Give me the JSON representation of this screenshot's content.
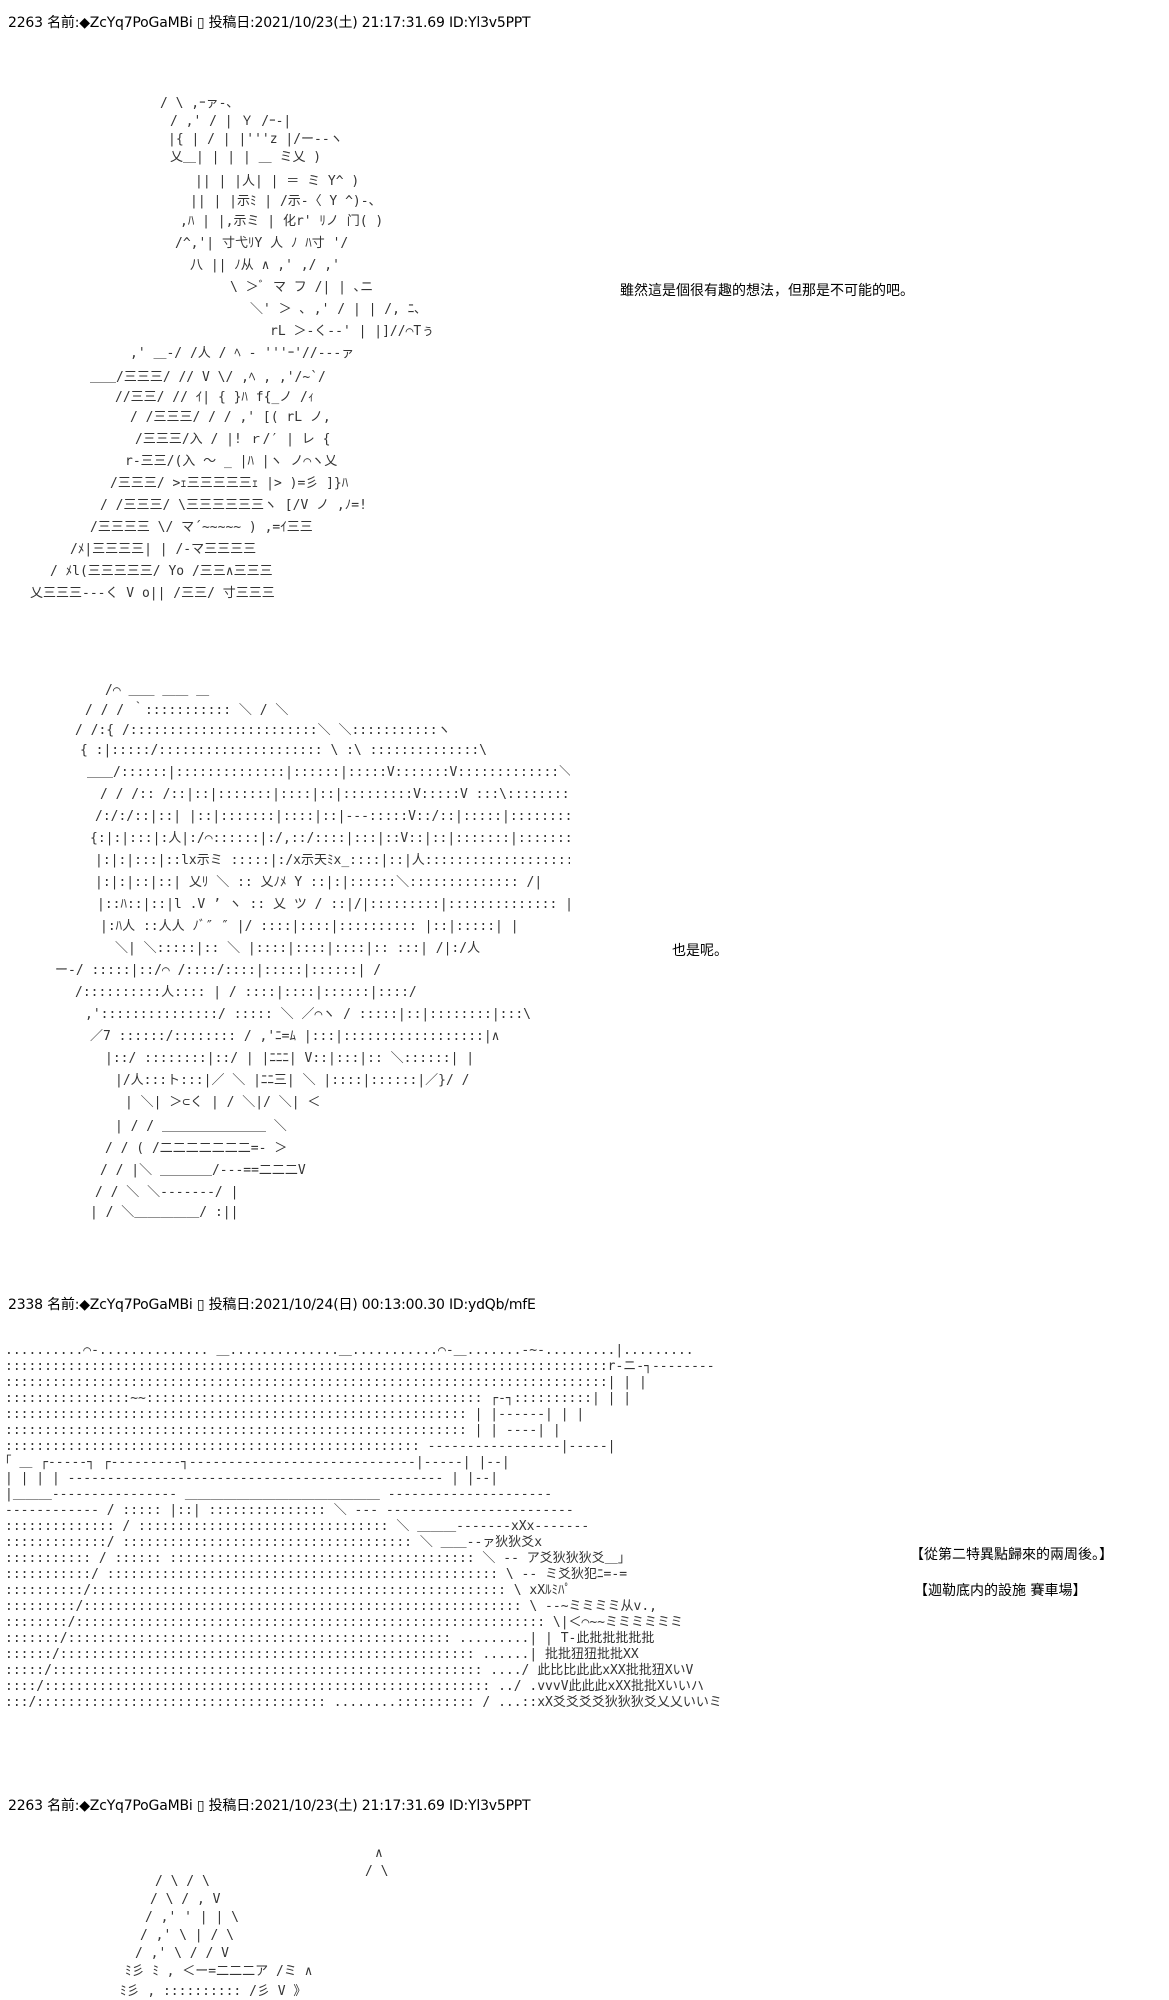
{
  "posts": [
    {
      "number": "2263",
      "name_label": "名前:",
      "name": "◆ZcYq7PoGaMBi",
      "glyph": "▯",
      "date_label": "投稿日:",
      "date": "2021/10/23(土) 21:17:31.69",
      "id": "ID:Yl3v5PPT"
    },
    {
      "number": "2338",
      "name_label": "名前:",
      "name": "◆ZcYq7PoGaMBi",
      "glyph": "▯",
      "date_label": "投稿日:",
      "date": "2021/10/24(日) 00:13:00.30",
      "id": "ID:ydQb/mfE"
    },
    {
      "number": "2263",
      "name_label": "名前:",
      "name": "◆ZcYq7PoGaMBi",
      "glyph": "▯",
      "date_label": "投稿日:",
      "date": "2021/10/23(土) 21:17:31.69",
      "id": "ID:Yl3v5PPT"
    }
  ],
  "dialogue": {
    "line1": "雖然這是個很有趣的想法，但那是不可能的吧。",
    "line2": "也是呢。",
    "caption1": "【從第二特異點歸來的兩周後。】",
    "caption2": "【迦勒底内的設施 賽車場】"
  }
}
